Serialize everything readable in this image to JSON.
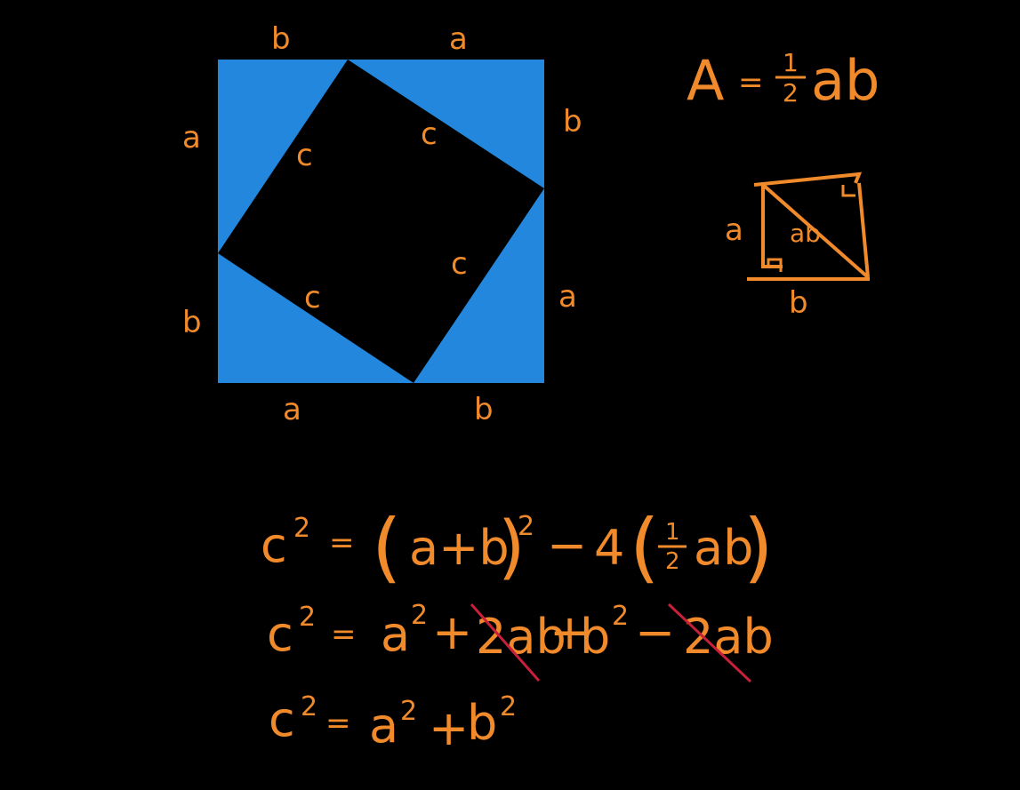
{
  "colors": {
    "background": "#000000",
    "square_fill": "#2287dd",
    "ink": "#f08a2a",
    "strike": "#c8203a"
  },
  "big_square": {
    "top_labels": [
      "b",
      "a"
    ],
    "right_labels": [
      "b",
      "a"
    ],
    "bottom_labels": [
      "a",
      "b"
    ],
    "left_labels": [
      "a",
      "b"
    ],
    "inner_side_labels": [
      "c",
      "c",
      "c",
      "c"
    ]
  },
  "area_formula": {
    "lhs": "A",
    "equals": "=",
    "frac_num": "1",
    "frac_den": "2",
    "vars": "ab"
  },
  "small_rectangle": {
    "side_a": "a",
    "side_b": "b",
    "center": "ab"
  },
  "equations": {
    "line1": {
      "lhs": "c",
      "lhs_exp": "2",
      "eq": "=",
      "open": "(",
      "inner": "a+b",
      "close": ")",
      "exp": "2",
      "minus": "−",
      "four": "4",
      "open2": "(",
      "frac_num": "1",
      "frac_den": "2",
      "vars": "ab",
      "close2": ")"
    },
    "line2": {
      "lhs": "c",
      "lhs_exp": "2",
      "eq": "=",
      "t1": "a",
      "t1_exp": "2",
      "plus1": "+",
      "t2": "2ab",
      "plus2": "+",
      "t3": "b",
      "t3_exp": "2",
      "minus": "−",
      "t4": "2ab"
    },
    "line3": {
      "lhs": "c",
      "lhs_exp": "2",
      "eq": "=",
      "t1": "a",
      "t1_exp": "2",
      "plus": "+",
      "t2": "b",
      "t2_exp": "2"
    }
  }
}
